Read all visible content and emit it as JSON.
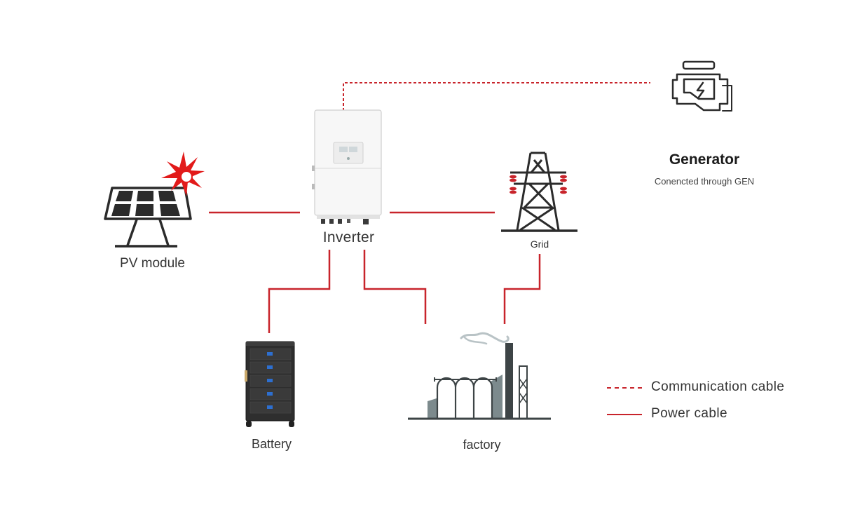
{
  "colors": {
    "power_cable": "#c8242b",
    "communication_cable": "#c8242b",
    "icon_dark": "#2b2b2b",
    "factory_gray": "#7c8a8d"
  },
  "nodes": {
    "inverter": {
      "label": "Inverter",
      "icon": "inverter-icon"
    },
    "pv_module": {
      "label": "PV module",
      "icon": "solar-panel-icon"
    },
    "grid": {
      "label": "Grid",
      "icon": "transmission-tower-icon"
    },
    "generator": {
      "label": "Generator",
      "sublabel": "Conencted through GEN",
      "icon": "generator-engine-icon"
    },
    "battery": {
      "label": "Battery",
      "icon": "battery-rack-icon"
    },
    "factory": {
      "label": "factory",
      "icon": "factory-icon"
    }
  },
  "legend": {
    "communication": "Communication cable",
    "power": "Power cable"
  }
}
